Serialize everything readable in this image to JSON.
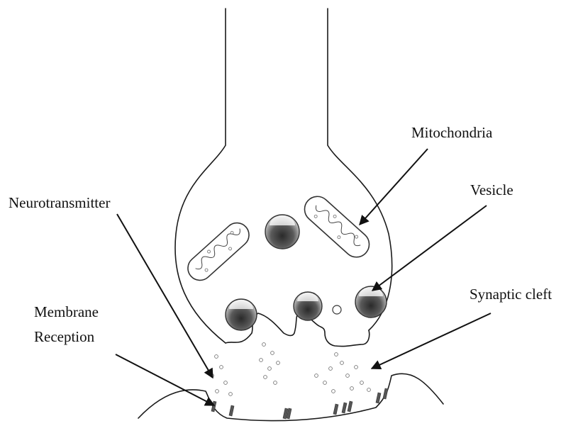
{
  "labels": {
    "mitochondria": "Mitochondria",
    "vesicle": "Vesicle",
    "neurotransmitter": "Neurotransmitter",
    "synaptic_cleft": "Synaptic cleft",
    "membrane_line1": "Membrane",
    "membrane_line2": "Reception"
  },
  "colors": {
    "line": "#1a1a1a",
    "shade": "#555555",
    "background": "#ffffff"
  }
}
